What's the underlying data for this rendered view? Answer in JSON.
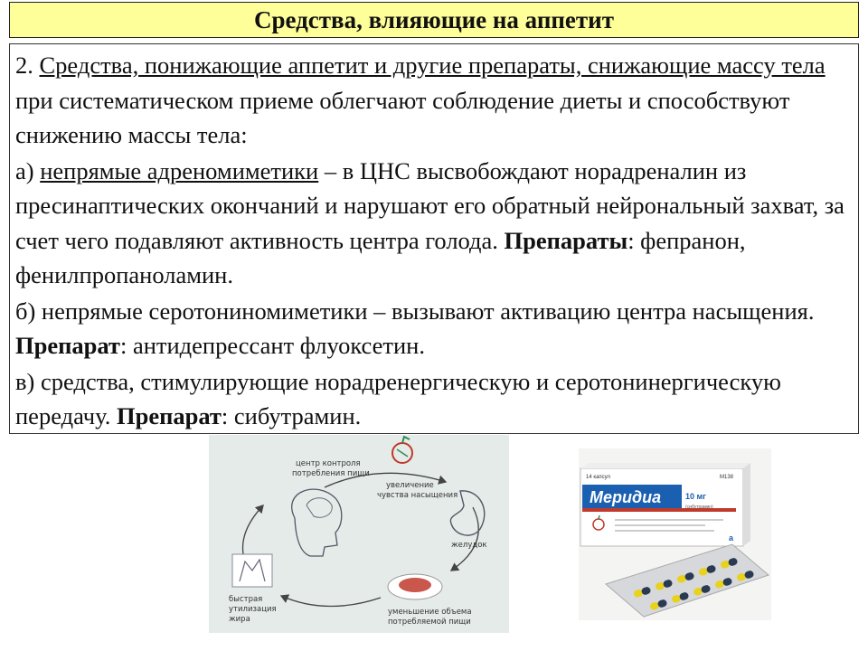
{
  "slide": {
    "title": "Средства, влияющие на аппетит"
  },
  "body": {
    "p1": {
      "lead": "2. ",
      "underlined": "Средства, понижающие аппетит и другие препараты, снижающие массу тела",
      "rest": " при систематическом приеме облегчают соблюдение диеты и способствуют снижению массы тела:"
    },
    "p2": {
      "lead": "а) ",
      "underlined": "непрямые адреномиметики",
      "text": " – в ЦНС высвобождают норадреналин из пресинаптических окончаний и нарушают его обратный нейрональный захват, за счет чего подавляют активность центра голода. ",
      "drug_label": "Препараты",
      "drugs": ": фепранон, фенилпропаноламин."
    },
    "p3": {
      "text": "б) непрямые серотониномиметики – вызывают активацию центра насыщения. ",
      "drug_label": "Препарат",
      "drugs": ": антидепрессант флуоксетин."
    },
    "p4": {
      "text": "в) средства, стимулирующие норадренергическую и серотонинергическую передачу. ",
      "drug_label": "Препарат",
      "drugs": ": сибутрамин."
    }
  },
  "diagram": {
    "labels": {
      "center_line1": "центр контроля",
      "center_line2": "потребления пищи",
      "satiety_line1": "увеличение",
      "satiety_line2": "чувства насыщения",
      "stomach": "желудок",
      "fat_line1": "быстрая",
      "fat_line2": "утилизация",
      "fat_line3": "жира",
      "food_line1": "уменьшение объема",
      "food_line2": "потребляемой пищи"
    }
  },
  "package": {
    "capsules": "14 капсул",
    "brand": "Меридиа",
    "dose": "10 мг",
    "inn": "(сибутрамин)",
    "code": "M138"
  },
  "colors": {
    "title_bg": "#ffff99",
    "diagram_bg": "#e4ebe8",
    "capsule_yellow": "#e8d21e",
    "capsule_dark": "#2a3a52",
    "brand_blue": "#1a5fb0"
  }
}
